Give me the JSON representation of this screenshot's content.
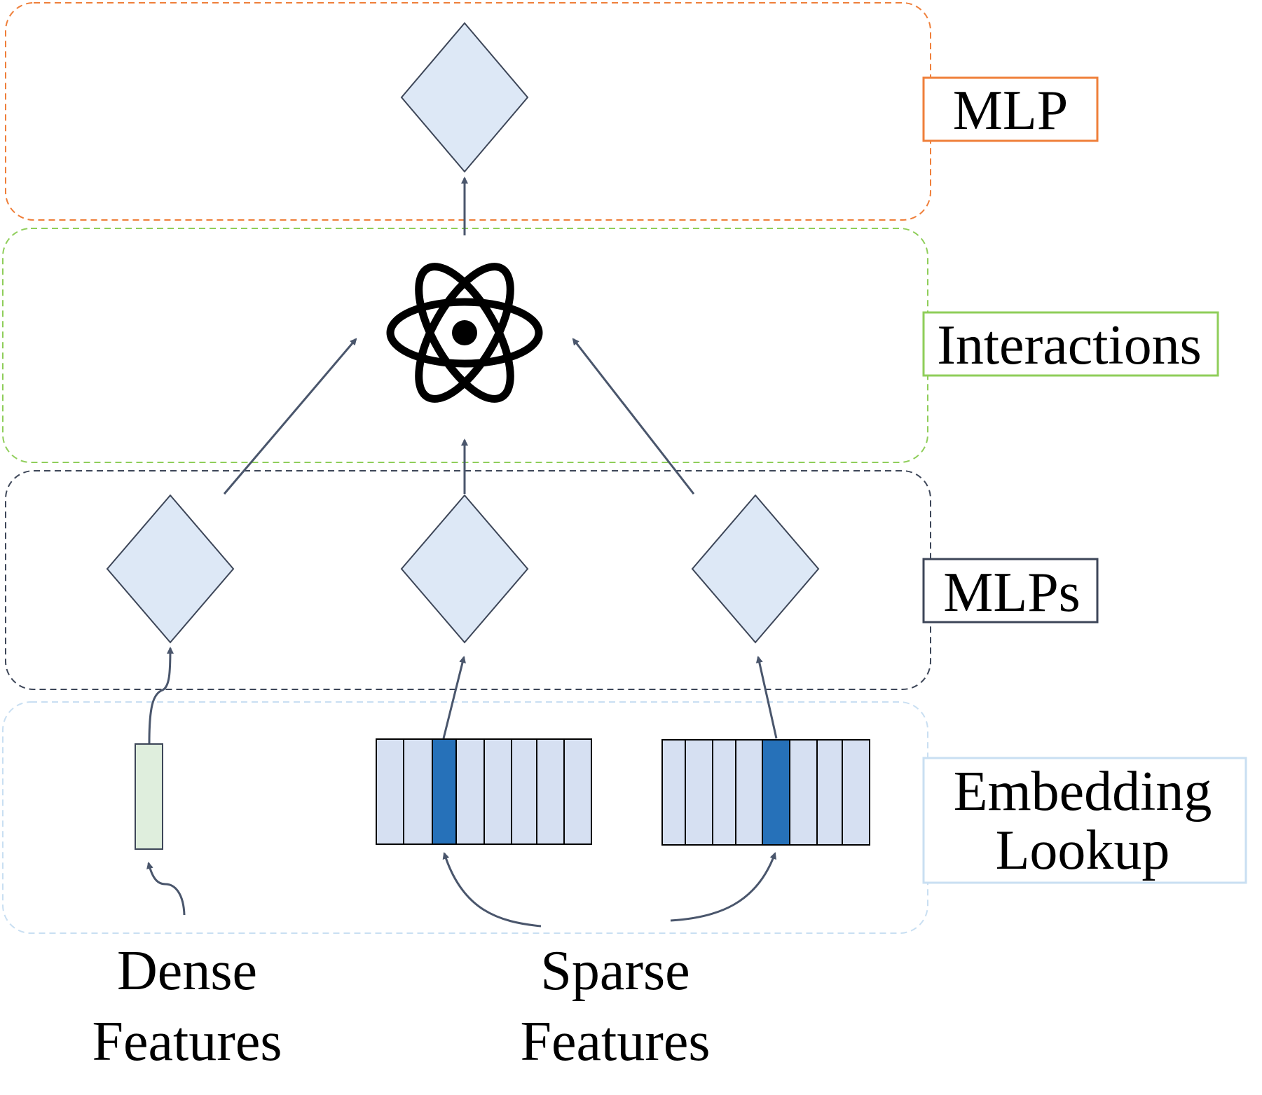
{
  "layers": {
    "top_mlp": {
      "label": "MLP",
      "color": "#ef7f3a"
    },
    "interactions": {
      "label": "Interactions",
      "color": "#8fce5a"
    },
    "bottom_mlps": {
      "label": "MLPs",
      "color": "#3d4658"
    },
    "embedding": {
      "label_line1": "Embedding",
      "label_line2": "Lookup",
      "color": "#c9dff2"
    }
  },
  "inputs": {
    "dense": {
      "line1": "Dense",
      "line2": "Features"
    },
    "sparse": {
      "line1": "Sparse",
      "line2": "Features"
    }
  },
  "colors": {
    "diamond_fill": "#dde8f6",
    "diamond_stroke": "#3d4658",
    "arrow": "#4a566c",
    "dense_vector_fill": "#dfeedd",
    "table_cell_fill": "#d6e0f2",
    "selected_cell_fill": "#2671b9",
    "atom": "#000000"
  },
  "icons": {
    "interaction": "atom-icon"
  }
}
